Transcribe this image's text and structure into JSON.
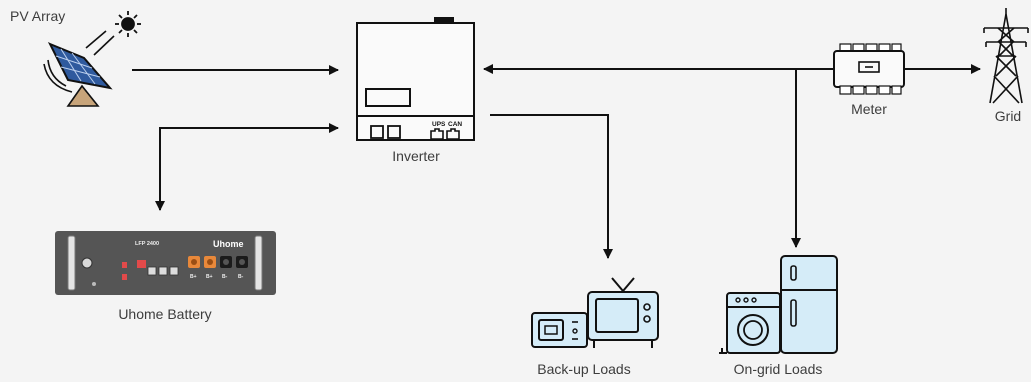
{
  "labels": {
    "pv_array": "PV Array",
    "inverter": "Inverter",
    "meter": "Meter",
    "grid": "Grid",
    "battery": "Uhome Battery",
    "backup_loads": "Back-up Loads",
    "ongrid_loads": "On-grid Loads"
  },
  "inverter_ports": {
    "ups": "UPS",
    "can": "CAN"
  },
  "battery_panel": {
    "model": "LFP 2400",
    "brand": "Uhome",
    "terminals": [
      "B+",
      "B+",
      "B-",
      "B-"
    ]
  },
  "colors": {
    "line": "#111111",
    "inverter_body": "#fafafa",
    "appliance_fill": "#d5ecf8",
    "solar_blue": "#2f5a9e",
    "solar_stand": "#c7a47a",
    "battery_body": "#555555",
    "battery_handle": "#e4e4e4",
    "terminal_orange": "#e8883a"
  }
}
